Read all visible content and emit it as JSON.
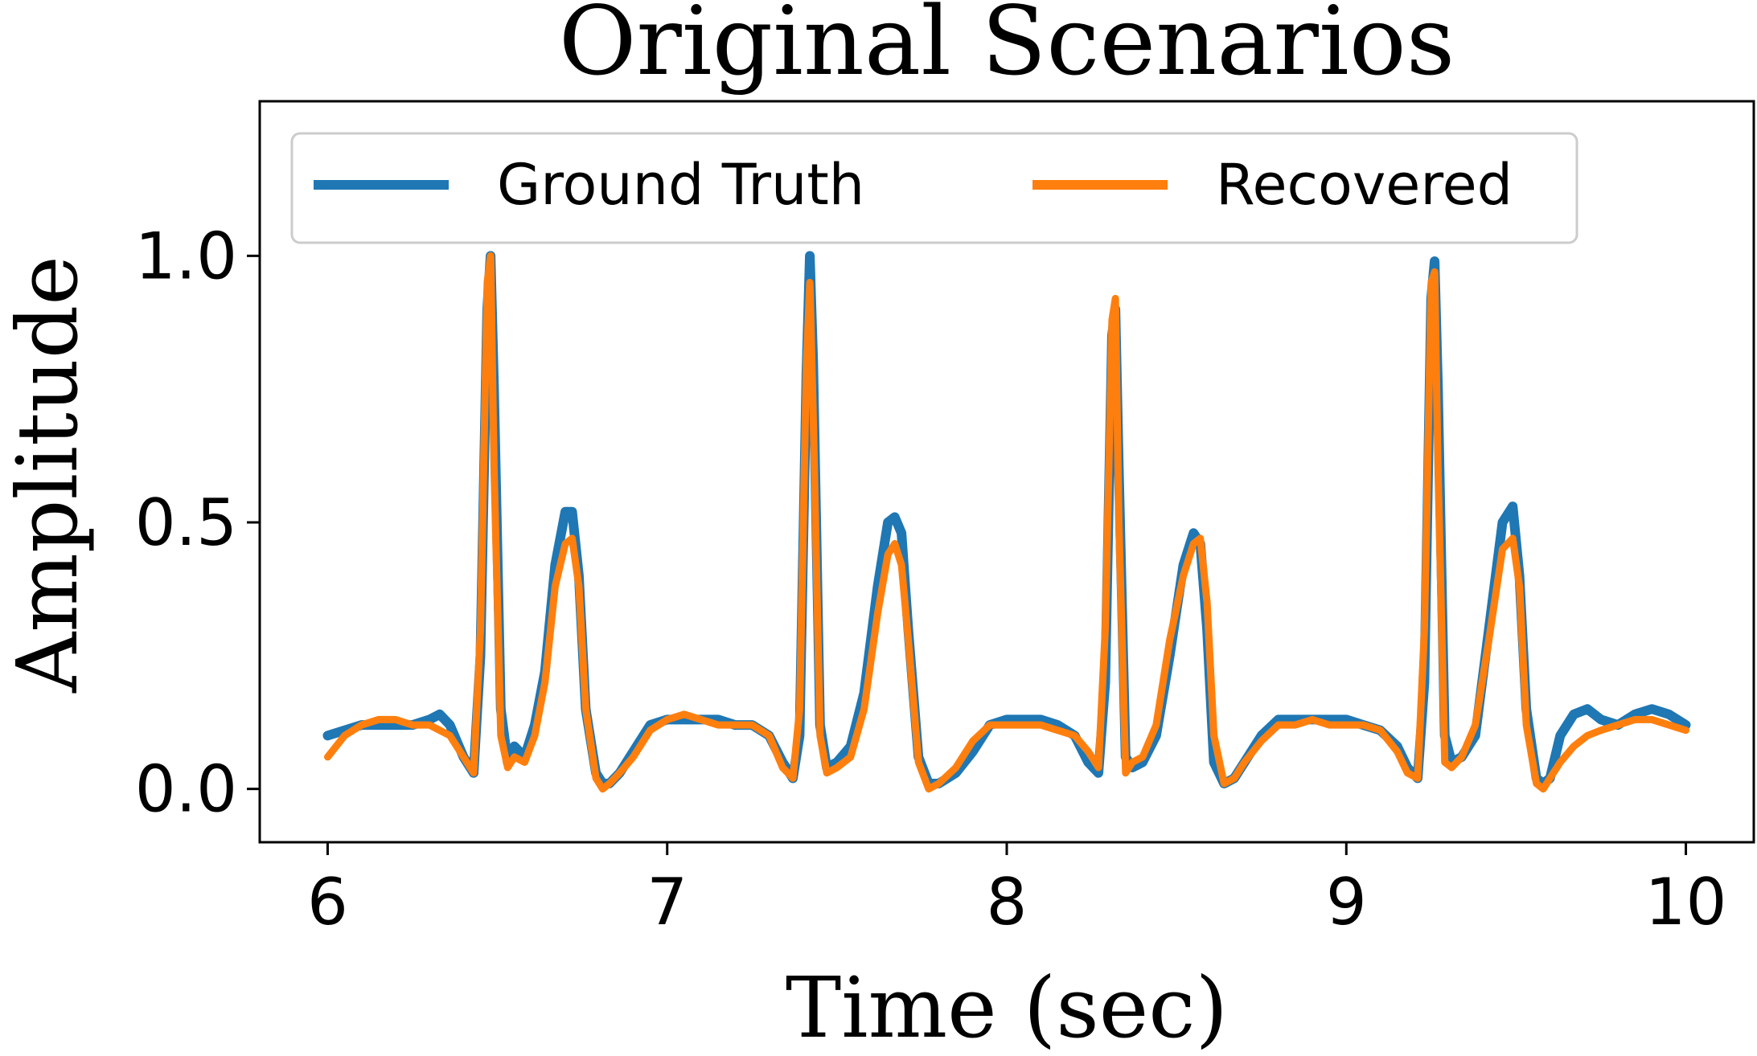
{
  "chart_data": {
    "type": "line",
    "title": "Original Scenarios",
    "xlabel": "Time (sec)",
    "ylabel": "Amplitude",
    "xlim": [
      5.8,
      10.2
    ],
    "ylim": [
      -0.1,
      1.29
    ],
    "xticks": [
      6,
      7,
      8,
      9,
      10
    ],
    "xtick_labels": [
      "6",
      "7",
      "8",
      "9",
      "10"
    ],
    "yticks": [
      0.0,
      0.5,
      1.0
    ],
    "ytick_labels": [
      "0.0",
      "0.5",
      "1.0"
    ],
    "grid": false,
    "legend": {
      "placement": "top",
      "ncol": 2
    },
    "series": [
      {
        "name": "Ground Truth",
        "color": "#1f77b4",
        "x": [
          6.0,
          6.05,
          6.1,
          6.15,
          6.2,
          6.25,
          6.3,
          6.33,
          6.36,
          6.4,
          6.43,
          6.45,
          6.47,
          6.48,
          6.49,
          6.51,
          6.53,
          6.55,
          6.58,
          6.61,
          6.64,
          6.67,
          6.7,
          6.72,
          6.74,
          6.76,
          6.79,
          6.81,
          6.83,
          6.86,
          6.9,
          6.95,
          7.0,
          7.05,
          7.1,
          7.15,
          7.2,
          7.25,
          7.3,
          7.34,
          7.37,
          7.39,
          7.41,
          7.42,
          7.43,
          7.45,
          7.47,
          7.5,
          7.54,
          7.58,
          7.62,
          7.65,
          7.67,
          7.69,
          7.71,
          7.74,
          7.77,
          7.8,
          7.85,
          7.9,
          7.95,
          8.0,
          8.05,
          8.1,
          8.15,
          8.2,
          8.24,
          8.27,
          8.29,
          8.31,
          8.32,
          8.33,
          8.35,
          8.37,
          8.4,
          8.44,
          8.48,
          8.52,
          8.55,
          8.57,
          8.59,
          8.61,
          8.64,
          8.67,
          8.7,
          8.75,
          8.8,
          8.85,
          8.9,
          8.95,
          9.0,
          9.05,
          9.1,
          9.15,
          9.18,
          9.21,
          9.23,
          9.25,
          9.26,
          9.27,
          9.29,
          9.31,
          9.34,
          9.38,
          9.42,
          9.46,
          9.49,
          9.51,
          9.53,
          9.56,
          9.58,
          9.6,
          9.63,
          9.67,
          9.71,
          9.75,
          9.8,
          9.85,
          9.9,
          9.95,
          10.0
        ],
        "y": [
          0.1,
          0.11,
          0.12,
          0.12,
          0.12,
          0.12,
          0.13,
          0.14,
          0.12,
          0.06,
          0.03,
          0.25,
          0.9,
          1.0,
          0.75,
          0.15,
          0.05,
          0.08,
          0.06,
          0.12,
          0.22,
          0.42,
          0.52,
          0.52,
          0.4,
          0.15,
          0.03,
          0.01,
          0.01,
          0.03,
          0.07,
          0.12,
          0.13,
          0.13,
          0.13,
          0.13,
          0.12,
          0.12,
          0.1,
          0.05,
          0.02,
          0.1,
          0.78,
          1.0,
          0.8,
          0.12,
          0.04,
          0.05,
          0.08,
          0.18,
          0.38,
          0.5,
          0.51,
          0.48,
          0.3,
          0.06,
          0.01,
          0.01,
          0.03,
          0.07,
          0.12,
          0.13,
          0.13,
          0.13,
          0.12,
          0.1,
          0.05,
          0.03,
          0.2,
          0.85,
          0.9,
          0.6,
          0.06,
          0.04,
          0.05,
          0.1,
          0.25,
          0.42,
          0.48,
          0.46,
          0.3,
          0.05,
          0.01,
          0.02,
          0.05,
          0.1,
          0.13,
          0.13,
          0.13,
          0.13,
          0.13,
          0.12,
          0.11,
          0.08,
          0.04,
          0.02,
          0.2,
          0.92,
          0.99,
          0.75,
          0.1,
          0.05,
          0.06,
          0.1,
          0.3,
          0.5,
          0.53,
          0.4,
          0.15,
          0.02,
          0.01,
          0.02,
          0.1,
          0.14,
          0.15,
          0.13,
          0.12,
          0.14,
          0.15,
          0.14,
          0.12
        ]
      },
      {
        "name": "Recovered",
        "color": "#ff7f0e",
        "x": [
          6.0,
          6.05,
          6.1,
          6.15,
          6.2,
          6.25,
          6.3,
          6.33,
          6.36,
          6.4,
          6.43,
          6.45,
          6.47,
          6.48,
          6.49,
          6.51,
          6.53,
          6.55,
          6.58,
          6.61,
          6.64,
          6.67,
          6.7,
          6.72,
          6.74,
          6.76,
          6.79,
          6.81,
          6.83,
          6.86,
          6.9,
          6.95,
          7.0,
          7.05,
          7.1,
          7.15,
          7.2,
          7.25,
          7.3,
          7.34,
          7.37,
          7.39,
          7.41,
          7.42,
          7.43,
          7.45,
          7.47,
          7.5,
          7.54,
          7.58,
          7.62,
          7.65,
          7.67,
          7.69,
          7.71,
          7.74,
          7.77,
          7.8,
          7.85,
          7.9,
          7.95,
          8.0,
          8.05,
          8.1,
          8.15,
          8.2,
          8.24,
          8.27,
          8.29,
          8.31,
          8.32,
          8.33,
          8.35,
          8.37,
          8.4,
          8.44,
          8.48,
          8.52,
          8.55,
          8.57,
          8.59,
          8.61,
          8.64,
          8.67,
          8.7,
          8.75,
          8.8,
          8.85,
          8.9,
          8.95,
          9.0,
          9.05,
          9.1,
          9.15,
          9.18,
          9.21,
          9.23,
          9.25,
          9.26,
          9.27,
          9.29,
          9.31,
          9.34,
          9.38,
          9.42,
          9.46,
          9.49,
          9.51,
          9.53,
          9.56,
          9.58,
          9.6,
          9.63,
          9.67,
          9.71,
          9.75,
          9.8,
          9.85,
          9.9,
          9.95,
          10.0
        ],
        "y": [
          0.06,
          0.1,
          0.12,
          0.13,
          0.13,
          0.12,
          0.12,
          0.11,
          0.1,
          0.06,
          0.03,
          0.3,
          0.95,
          1.0,
          0.6,
          0.1,
          0.04,
          0.06,
          0.05,
          0.1,
          0.2,
          0.38,
          0.46,
          0.47,
          0.38,
          0.15,
          0.02,
          0.0,
          0.01,
          0.03,
          0.06,
          0.11,
          0.13,
          0.14,
          0.13,
          0.12,
          0.12,
          0.12,
          0.1,
          0.04,
          0.02,
          0.15,
          0.8,
          0.95,
          0.7,
          0.1,
          0.03,
          0.04,
          0.06,
          0.15,
          0.33,
          0.44,
          0.46,
          0.42,
          0.28,
          0.05,
          0.0,
          0.01,
          0.04,
          0.09,
          0.12,
          0.12,
          0.12,
          0.12,
          0.11,
          0.1,
          0.07,
          0.04,
          0.3,
          0.88,
          0.92,
          0.5,
          0.03,
          0.05,
          0.06,
          0.12,
          0.28,
          0.4,
          0.46,
          0.47,
          0.35,
          0.1,
          0.01,
          0.02,
          0.05,
          0.09,
          0.12,
          0.12,
          0.13,
          0.12,
          0.12,
          0.12,
          0.11,
          0.07,
          0.03,
          0.02,
          0.3,
          0.95,
          0.97,
          0.6,
          0.05,
          0.04,
          0.06,
          0.12,
          0.28,
          0.45,
          0.47,
          0.38,
          0.12,
          0.01,
          0.0,
          0.02,
          0.05,
          0.08,
          0.1,
          0.11,
          0.12,
          0.13,
          0.13,
          0.12,
          0.11
        ]
      }
    ]
  }
}
